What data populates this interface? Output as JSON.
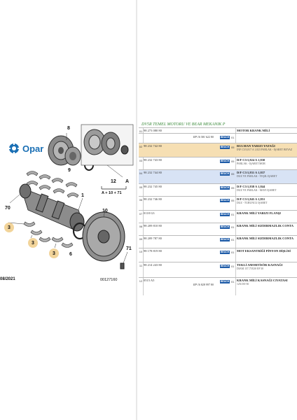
{
  "brand": {
    "name": "Opar"
  },
  "diagram": {
    "callouts": [
      "8",
      "9",
      "A",
      "10",
      "70",
      "1",
      "71",
      "12",
      "3",
      "3",
      "3",
      "6"
    ],
    "formula": "A + 10 + 71",
    "date": "08/2021",
    "figure_id": "00127160"
  },
  "document": {
    "title": "DV5R TEMEL MOTORU VE BEAR MEKANİK P",
    "rows": [
      {
        "idx": "01",
        "ref": "98 273 080 80",
        "rp": "",
        "desc": "MOTOR KRANK MİLİ",
        "desc2": "",
        "badge": "",
        "qty": ""
      },
      {
        "idx": "",
        "ref": "",
        "rp": "RP 16 581 622 80",
        "desc": "",
        "desc2": "",
        "badge": "BEACH",
        "qty": "01"
      },
      {
        "idx": "02",
        "ref": "98 232 742 80",
        "rp": "",
        "desc": "RULMAN YARIZI YATAĞI",
        "desc2": "INF C5/3,817 A 1,823 PARLAK - İŞARET BEYAZ",
        "badge": "BEACH",
        "qty": "05"
      },
      {
        "idx": "03",
        "ref": "98 232 743 80",
        "rp": "",
        "desc": "D/F C5/1,824 A 1,830",
        "desc2": "PARLAK - İŞARET MOR",
        "badge": "BEACH",
        "qty": "05"
      },
      {
        "idx": "04",
        "ref": "98 232 744 80",
        "rp": "",
        "desc": "D/F C5/1,831 A 1,837",
        "desc2": "DÜZ VE PARLAK - YEŞİL İŞARET",
        "badge": "BEACH",
        "qty": "05"
      },
      {
        "idx": "05",
        "ref": "98 232 745 80",
        "rp": "",
        "desc": "D/F C5/1,838 A 1,844",
        "desc2": "DÜZ VE PARLAK - MAVİ İŞARET",
        "badge": "BEACH",
        "qty": "05"
      },
      {
        "idx": "06",
        "ref": "98 232 746 80",
        "rp": "",
        "desc": "D/F C5/1,845 A 1,851",
        "desc2": "DÜZ - TURUNCU İŞARET",
        "badge": "BEACH",
        "qty": "05"
      },
      {
        "idx": "07",
        "ref": "0118 G3",
        "rp": "",
        "desc": "KRANK MİLİ YARIZI FLANŞI",
        "desc2": "",
        "badge": "BEACH",
        "qty": "01"
      },
      {
        "idx": "08",
        "ref": "98 209 810 80",
        "rp": "",
        "desc": "KRANK MİLİ SIZDIRMAZLIK CONTA",
        "desc2": "",
        "badge": "BEACH",
        "qty": "01"
      },
      {
        "idx": "09",
        "ref": "98 209 787 80",
        "rp": "",
        "desc": "KRANK MİLİ SIZDIRMAZLIK CONTA",
        "desc2": "",
        "badge": "BEACH",
        "qty": "01"
      },
      {
        "idx": "10",
        "ref": "98 178 819 80",
        "rp": "",
        "desc": "MOT EKSANTRİĞİ PİNYON DİŞLİSİ",
        "desc2": "",
        "badge": "BEACH",
        "qty": "01"
      },
      {
        "idx": "11",
        "ref": "98 214 243 80",
        "rp": "",
        "desc": "TEKLİ AMORTİSÖR KASNAĞI",
        "desc2": "DIAM 157,75X30 EP 30",
        "badge": "BEACH",
        "qty": "01"
      },
      {
        "idx": "12",
        "ref": "0515 A5",
        "rp": "RP 16 828 997 80",
        "desc": "KRANK MİLİ KASNAĞI CIVATASI",
        "desc2": "12X150-50",
        "badge": "BEACH",
        "qty": "01"
      }
    ]
  },
  "colors": {
    "highlight_orange": "#f6dfb3",
    "highlight_blue": "#d8e3f5",
    "brand_blue": "#1f5ca8",
    "title_green": "#3a8a3a"
  }
}
